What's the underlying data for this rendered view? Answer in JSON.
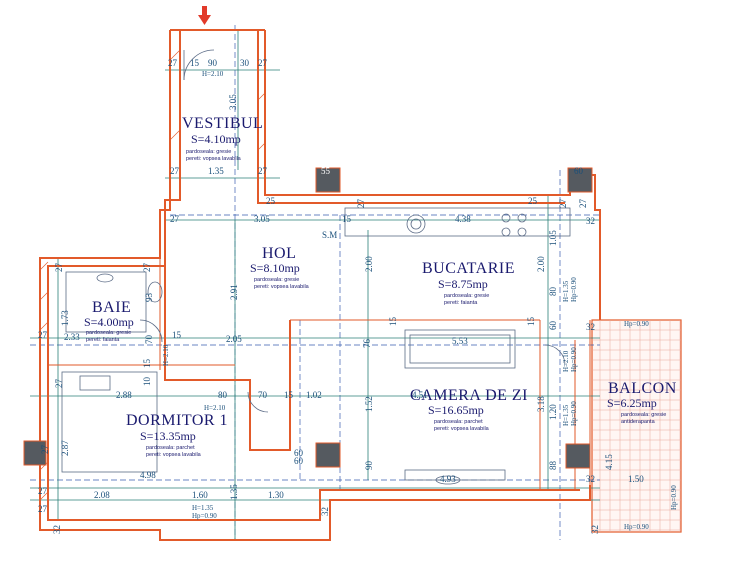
{
  "rooms": [
    {
      "key": "vestibul",
      "name": "VESTIBUL",
      "area": "S=4.10mp",
      "floor": "pardoseala: gresie",
      "walls": "pereti: vopsea lavabila"
    },
    {
      "key": "hol",
      "name": "HOL",
      "area": "S=8.10mp",
      "floor": "pardoseala: gresie",
      "walls": "pereti: vopsea lavabila"
    },
    {
      "key": "bucatarie",
      "name": "BUCATARIE",
      "area": "S=8.75mp",
      "floor": "pardoseala: gresie",
      "walls": "pereti: faianta"
    },
    {
      "key": "baie",
      "name": "BAIE",
      "area": "S=4.00mp",
      "floor": "pardoseala: gresie",
      "walls": "pereti: faianta"
    },
    {
      "key": "dormitor",
      "name": "DORMITOR 1",
      "area": "S=13.35mp",
      "floor": "pardoseala: parchet",
      "walls": "pereti: vopsea lavabila"
    },
    {
      "key": "camera",
      "name": "CAMERA DE ZI",
      "area": "S=16.65mp",
      "floor": "pardoseala: parchet",
      "walls": "pereti: vopsea lavabila"
    },
    {
      "key": "balcon",
      "name": "BALCON",
      "area": "S=6.25mp",
      "floor": "pardoseala: gresie",
      "walls": "antiderapanta"
    }
  ],
  "labels": {
    "sm": "S.M",
    "col_55": "55",
    "col_60": "60",
    "col_60b": "60",
    "hp_top": "Hp=0.90",
    "hp_bottom": "Hp=0.90",
    "hp_side": "Hp=0.90"
  },
  "dims": {
    "d_27a": "27",
    "d_15a": "15",
    "d_90": "90",
    "d_30": "30",
    "d_27b": "27",
    "d_h210a": "H=2.10",
    "d_305v": "3.05",
    "d_27c": "27",
    "d_135": "1.35",
    "d_27d": "27",
    "d_27e": "27",
    "d_25a": "25",
    "d_27f": "27",
    "d_305h": "3.05",
    "d_15b": "15",
    "d_27g": "27",
    "d_438": "4.38",
    "d_25b": "25",
    "d_27h": "27",
    "d_32a": "32",
    "d_105": "1.05",
    "d_200a": "2.00",
    "d_200b": "2.00",
    "d_27i": "27",
    "d_27j": "27",
    "d_173": "1.73",
    "d_93": "93",
    "d_27k": "27",
    "d_233": "2.33",
    "d_70": "70",
    "d_15c": "15",
    "d_291": "2.91",
    "d_205": "2.05",
    "d_76": "76",
    "d_15d": "15",
    "d_553": "5.53",
    "d_15e": "15",
    "d_60a": "60",
    "d_32b": "32",
    "d_80a": "80",
    "d_h135a": "H=1.35",
    "d_hp090a": "Hp=0.90",
    "d_h210b": "H=2.10",
    "d_hp090b": "Hp=0.90",
    "d_h210c": "H=2.10",
    "d_27l": "27",
    "d_15f": "15",
    "d_10": "10",
    "d_288": "2.88",
    "d_80b": "80",
    "d_h210d": "H=2.10",
    "d_70b": "70",
    "d_15g": "15",
    "d_102": "1.02",
    "d_152": "1.52",
    "d_451": "4.51",
    "d_318": "3.18",
    "d_120": "1.20",
    "d_h135b": "H=1.35",
    "d_hp090c": "Hp=0.90",
    "d_27m": "27",
    "d_287": "2.87",
    "d_60b": "60",
    "d_90b": "90",
    "d_88": "88",
    "d_415": "4.15",
    "d_498": "4.98",
    "d_493": "4.93",
    "d_32c": "32",
    "d_27n": "27",
    "d_135b": "1.35",
    "d_150": "1.50",
    "d_27o": "27",
    "d_208": "2.08",
    "d_160": "1.60",
    "d_130": "1.30",
    "d_h135c": "H=1.35",
    "d_hp090d": "Hp=0.90",
    "d_32d": "32",
    "d_32e": "32",
    "d_32f": "32"
  }
}
